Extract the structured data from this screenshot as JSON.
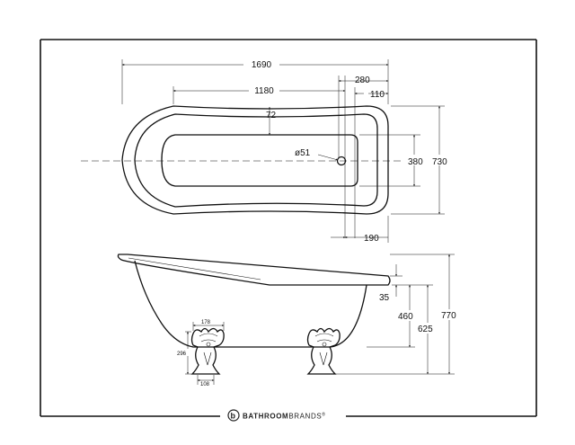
{
  "brand": {
    "name_bold": "BATHROOM",
    "name_regular": "BRANDS",
    "trademark": "®",
    "logo_letter": "b"
  },
  "plan_view": {
    "overall_length": "1690",
    "inner_length": "1180",
    "waste_offset": "280",
    "waste_to_end": "110",
    "rim_width": "72",
    "waste_diameter": "ø51",
    "inner_width": "380",
    "overall_width": "730",
    "end_offset": "190"
  },
  "side_view": {
    "rim_height": "35",
    "depth": "460",
    "low_end_height": "625",
    "overall_height": "770"
  },
  "foot_detail": {
    "top_width": "178",
    "height": "296",
    "base_width": "108"
  }
}
